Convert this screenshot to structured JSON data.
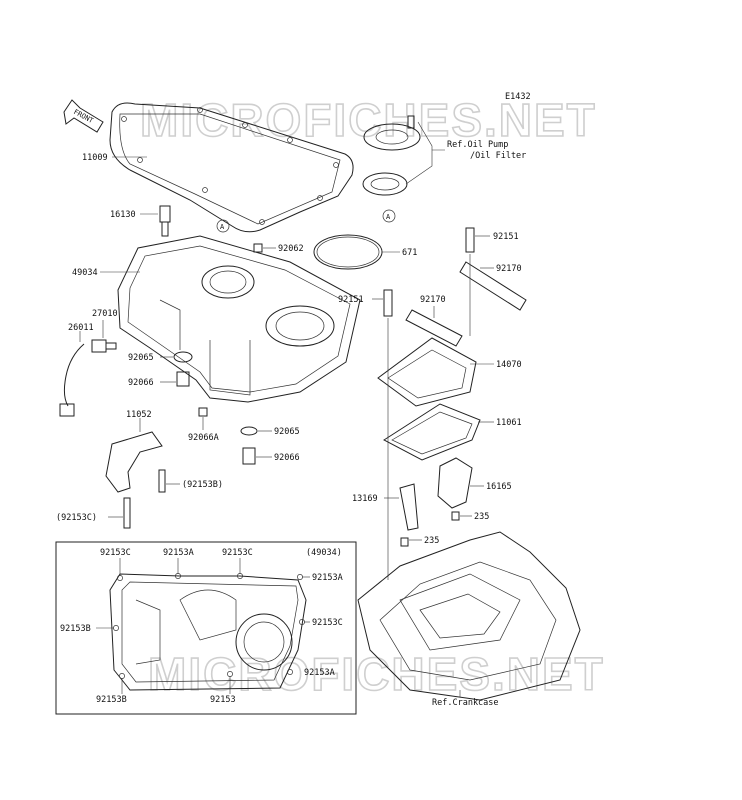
{
  "watermark": "MICROFICHES.NET",
  "diagram_code": "E1432",
  "front_label": "FRONT",
  "callouts": {
    "ref_oil_pump_1": "Ref.Oil Pump",
    "ref_oil_pump_2": "/Oil Filter",
    "ref_crankcase": "Ref.Crankcase",
    "circle_a": "A"
  },
  "parts": {
    "p11009": "11009",
    "p16130": "16130",
    "p49034": "49034",
    "p27010": "27010",
    "p26011": "26011",
    "p92062": "92062",
    "p671": "671",
    "p92065a": "92065",
    "p92066a": "92066",
    "p11052": "11052",
    "p92066A": "92066A",
    "p92065b": "92065",
    "p92066b": "92066",
    "p92153B_paren": "(92153B)",
    "p92153C_paren": "(92153C)",
    "p92151a": "92151",
    "p92170a": "92170",
    "p92151b": "92151",
    "p92170b": "92170",
    "p14070": "14070",
    "p11061": "11061",
    "p16165": "16165",
    "p13169": "13169",
    "p235a": "235",
    "p235b": "235"
  },
  "inset": {
    "title": "(49034)",
    "labels": {
      "t1": "92153C",
      "t2": "92153A",
      "t3": "92153C",
      "r1": "92153A",
      "l1": "92153B",
      "r2": "92153C",
      "r3": "92153A",
      "b1": "92153B",
      "b2": "92153"
    }
  }
}
